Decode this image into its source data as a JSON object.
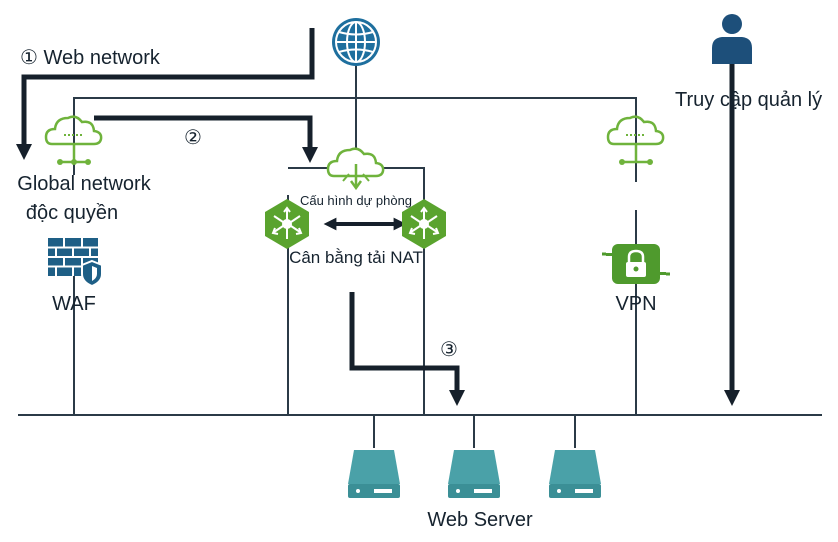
{
  "labels": {
    "web_network": "Web network",
    "global_network": "Global network",
    "global_network_line2": "độc quyền",
    "waf": "WAF",
    "failover_config": "Cấu hình dự phòng",
    "lb_nat": "Cân bằng tải NAT",
    "vpn": "VPN",
    "admin_access": "Truy cập quản lý",
    "web_server": "Web Server"
  },
  "markers": {
    "step1": "①",
    "step2": "②",
    "step3": "③"
  },
  "colors": {
    "line": "#1f2d3a",
    "arrow": "#16202b",
    "cloud_green": "#6fb33c",
    "hex_green": "#5aa32e",
    "waf_blue": "#1e5f86",
    "server_teal": "#4aa1a8",
    "globe_blue": "#1e6f9e",
    "person_blue": "#1d4f7a",
    "vpn_green": "#4f9a2d"
  },
  "icons": [
    "globe-icon",
    "person-icon",
    "cloud-network-icon",
    "load-balancer-icon",
    "firewall-icon",
    "shield-icon",
    "vpn-lock-icon",
    "server-icon"
  ]
}
